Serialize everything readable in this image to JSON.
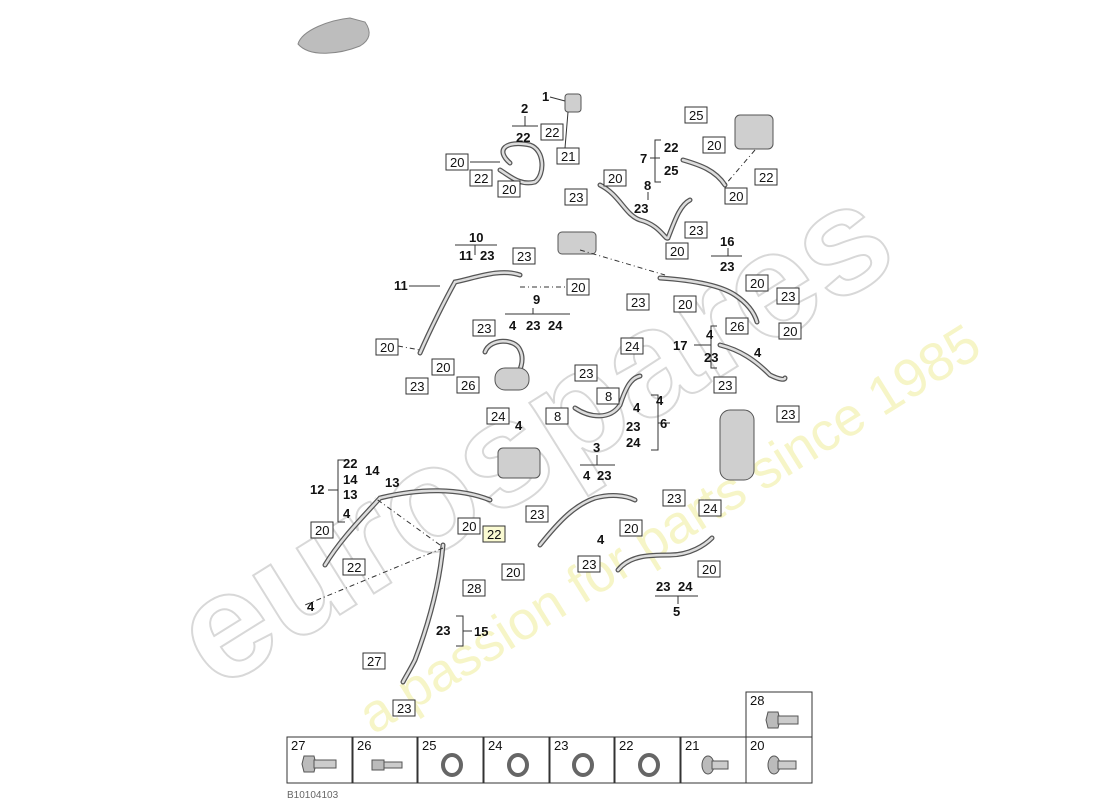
{
  "watermark": {
    "brand": "eurospares",
    "tagline": "a passion for parts since 1985"
  },
  "callouts": {
    "c1": "1",
    "c2": "2",
    "c2a": "22",
    "c2b": "22",
    "c20a": "20",
    "c22a": "22",
    "c20b": "20",
    "c21": "21",
    "c10": "10",
    "c10a": "11",
    "c10b": "23",
    "c23a": "23",
    "c20c": "20",
    "c11": "11",
    "c9": "9",
    "c9a": "4",
    "c9b": "23",
    "c9c": "24",
    "c20d": "20",
    "c23b": "23",
    "c23c": "23",
    "c20e": "20",
    "c26a": "26",
    "c24a": "24",
    "c4a": "4",
    "c25a": "25",
    "c7": "7",
    "c7a": "22",
    "c7b": "25",
    "c20f": "20",
    "c22b": "22",
    "c20g": "20",
    "c8": "8",
    "c8a": "23",
    "c23d": "23",
    "c20h": "20",
    "c23e": "23",
    "c20i": "20",
    "c16": "16",
    "c16a": "23",
    "c23f": "23",
    "c20j": "20",
    "c20k": "20",
    "c23g": "23",
    "c17": "17",
    "c17a": "4",
    "c17b": "23",
    "c26b": "26",
    "c20l": "20",
    "c4b": "4",
    "c23h": "23",
    "c23i": "23",
    "c24b": "24",
    "c23j": "23",
    "c8b": "8",
    "c8c": "8",
    "c4c": "4",
    "c6": "6",
    "c6a": "4",
    "c6b": "23",
    "c6c": "24",
    "c12": "12",
    "c12a": "22",
    "c12b": "14",
    "c12c": "13",
    "c12d": "4",
    "c14": "14",
    "c13": "13",
    "c20m": "20",
    "c22c": "22",
    "c4d": "4",
    "c20n": "20",
    "c22d": "22",
    "c23k": "23",
    "c20o": "20",
    "c3": "3",
    "c3a": "4",
    "c3b": "23",
    "c23l": "23",
    "c20p": "20",
    "c4e": "4",
    "c24c": "24",
    "c23m": "23",
    "c20q": "20",
    "c5": "5",
    "c5a": "23",
    "c5b": "24",
    "c28a": "28",
    "c15": "15",
    "c15a": "23",
    "c27a": "27",
    "c23n": "23"
  },
  "legend": [
    {
      "num": "28",
      "icon": "bolt-flange-icon"
    },
    {
      "num": "27",
      "icon": "bolt-flange-icon"
    },
    {
      "num": "26",
      "icon": "stud-bolt-icon"
    },
    {
      "num": "25",
      "icon": "o-ring-icon"
    },
    {
      "num": "24",
      "icon": "o-ring-icon"
    },
    {
      "num": "23",
      "icon": "o-ring-icon"
    },
    {
      "num": "22",
      "icon": "o-ring-icon"
    },
    {
      "num": "21",
      "icon": "bolt-round-head-icon"
    },
    {
      "num": "20",
      "icon": "bolt-round-head-icon"
    }
  ],
  "footer": {
    "code": "B10104103"
  }
}
